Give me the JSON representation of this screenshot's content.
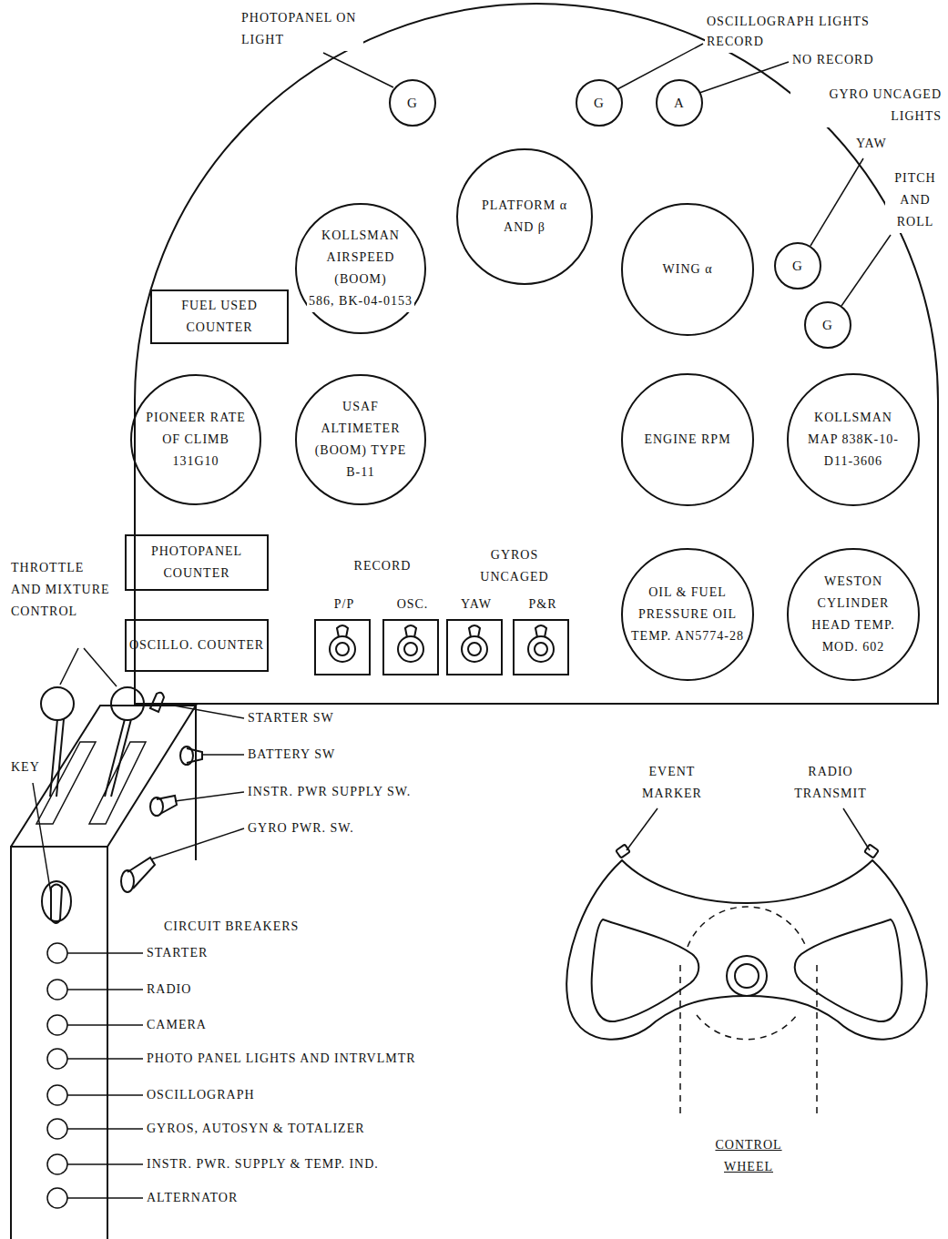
{
  "diagram": {
    "nodes": [
      {
        "text": [
          "G"
        ]
      },
      {
        "text": [
          "G"
        ]
      },
      {
        "text": [
          "A"
        ]
      },
      {
        "text": [
          "PLATFORM α AND β"
        ]
      },
      {
        "text": [
          "KOLLSMAN AIRSPEED (BOOM)",
          "586, BK-04-0153"
        ]
      },
      {
        "text": [
          "WING α"
        ]
      },
      {
        "text": [
          "G"
        ]
      },
      {
        "text": [
          "G"
        ]
      },
      {
        "text": [
          "FUEL USED COUNTER"
        ]
      },
      {
        "text": [
          "PIONEER RATE OF CLIMB 131G10"
        ]
      },
      {
        "text": [
          "USAF ALTIMETER (BOOM) TYPE B-11"
        ]
      },
      {
        "text": [
          "ENGINE RPM"
        ]
      },
      {
        "text": [
          "KOLLSMAN MAP 838K-10-D11-3606"
        ]
      },
      {
        "text": [
          "PHOTOPANEL COUNTER"
        ]
      },
      {
        "text": [
          "OSCILLO. COUNTER"
        ]
      },
      {
        "text": [
          "OIL & FUEL PRESSURE OIL TEMP. AN5774-28"
        ]
      },
      {
        "text": [
          "WESTON CYLINDER HEAD TEMP. MOD. 602"
        ]
      }
    ],
    "labels": [
      "PHOTOPANEL ON LIGHT",
      "OSCILLOGRAPH LIGHTS",
      "RECORD",
      "NO RECORD",
      "GYRO UNCAGED LIGHTS",
      "YAW",
      "PITCH AND ROLL",
      "RECORD",
      "GYROS UNCAGED",
      "P/P",
      "OSC.",
      "YAW",
      "P&R",
      "THROTTLE AND MIXTURE CONTROL",
      "STARTER SW",
      "BATTERY SW",
      "INSTR. PWR SUPPLY SW.",
      "GYRO PWR. SW.",
      "KEY",
      "CIRCUIT BREAKERS",
      "STARTER",
      "RADIO",
      "CAMERA",
      "PHOTO PANEL LIGHTS AND INTRVLMTR",
      "OSCILLOGRAPH",
      "GYROS, AUTOSYN & TOTALIZER",
      "INSTR. PWR. SUPPLY & TEMP. IND.",
      "ALTERNATOR",
      "EVENT MARKER",
      "RADIO TRANSMIT",
      "CONTROL WHEEL"
    ]
  }
}
